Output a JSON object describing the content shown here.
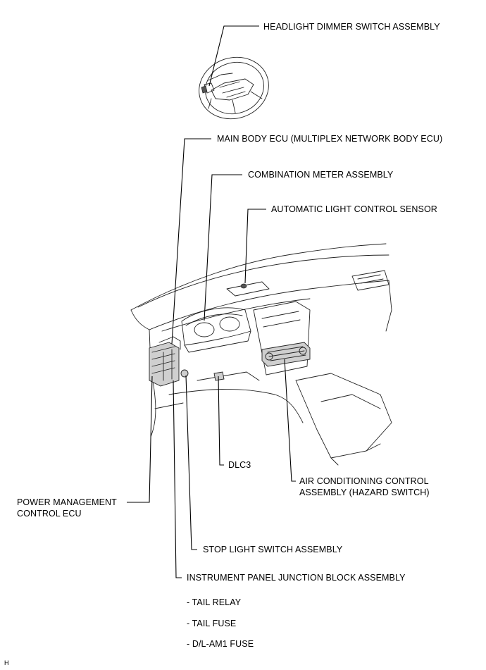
{
  "labels": {
    "headlight_dimmer_switch": "HEADLIGHT DIMMER SWITCH ASSEMBLY",
    "main_body_ecu": "MAIN BODY ECU (MULTIPLEX NETWORK BODY ECU)",
    "combination_meter": "COMBINATION METER ASSEMBLY",
    "auto_light_sensor": "AUTOMATIC LIGHT CONTROL SENSOR",
    "dlc3": "DLC3",
    "air_conditioning_control": "AIR CONDITIONING CONTROL\nASSEMBLY (HAZARD SWITCH)",
    "power_management_ecu": "POWER MANAGEMENT\nCONTROL ECU",
    "stop_light_switch": "STOP LIGHT SWITCH ASSEMBLY",
    "junction_block": "INSTRUMENT PANEL JUNCTION BLOCK ASSEMBLY"
  },
  "junction_block_items": [
    "- TAIL RELAY",
    "- TAIL FUSE",
    "- D/L-AM1 FUSE"
  ],
  "corner_mark": "H"
}
